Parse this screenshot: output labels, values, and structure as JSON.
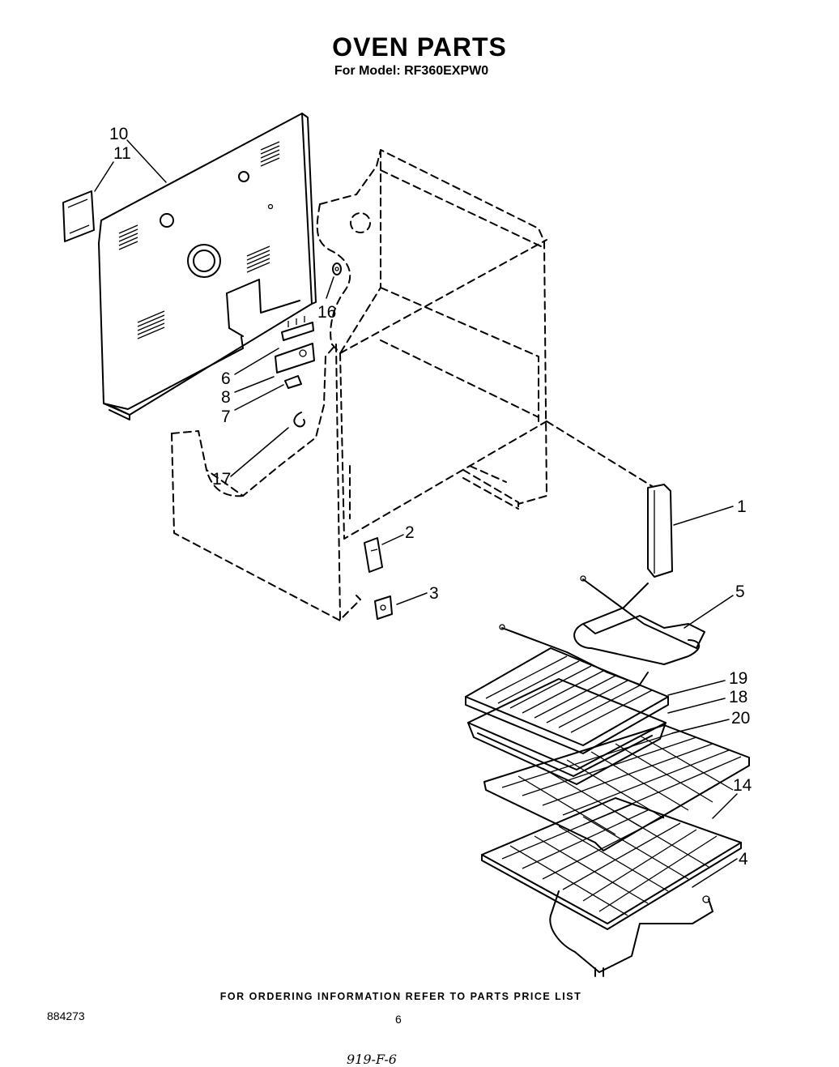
{
  "header": {
    "title": "OVEN PARTS",
    "subtitle": "For Model: RF360EXPW0"
  },
  "callouts": [
    {
      "id": "10",
      "label": "10"
    },
    {
      "id": "11",
      "label": "11"
    },
    {
      "id": "16",
      "label": "16"
    },
    {
      "id": "6",
      "label": "6"
    },
    {
      "id": "8",
      "label": "8"
    },
    {
      "id": "7",
      "label": "7"
    },
    {
      "id": "17",
      "label": "17"
    },
    {
      "id": "1",
      "label": "1"
    },
    {
      "id": "2",
      "label": "2"
    },
    {
      "id": "3",
      "label": "3"
    },
    {
      "id": "5",
      "label": "5"
    },
    {
      "id": "19",
      "label": "19"
    },
    {
      "id": "18",
      "label": "18"
    },
    {
      "id": "20",
      "label": "20"
    },
    {
      "id": "14",
      "label": "14"
    },
    {
      "id": "4",
      "label": "4"
    }
  ],
  "footer": {
    "ordering_note": "FOR ORDERING INFORMATION REFER TO PARTS PRICE LIST",
    "doc_number": "884273",
    "page_number": "6",
    "handwritten_note": "919-F-6"
  }
}
